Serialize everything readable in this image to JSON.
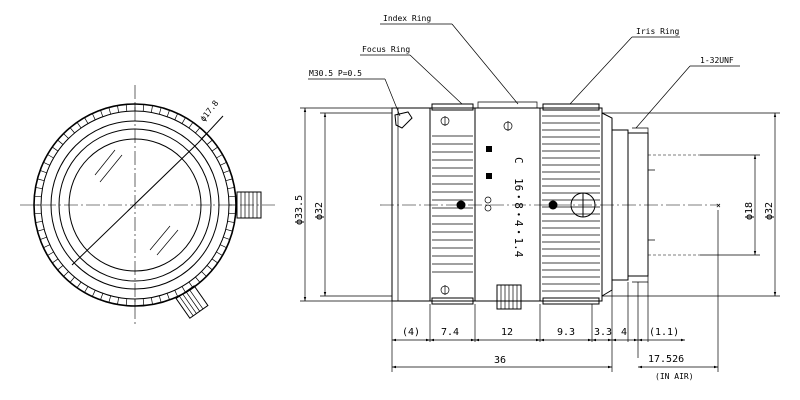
{
  "callouts": {
    "index_ring": "Index Ring",
    "iris_ring": "Iris Ring",
    "focus_ring": "Focus Ring",
    "filter_thread": "M30.5 P=0.5",
    "mount_thread": "1-32UNF"
  },
  "front_view": {
    "diameter": "ϕ17.8"
  },
  "side_view": {
    "diameters": {
      "outer": "ϕ33.5",
      "body": "ϕ32",
      "mount_pilot": "ϕ18",
      "mount_body": "ϕ32"
    },
    "markings": {
      "mount_type": "C",
      "f_numbers": "16・8・4・1.4",
      "infinity": "∞"
    },
    "dimensions": {
      "segments": [
        "(4)",
        "7.4",
        "12",
        "9.3",
        "3.3",
        "4",
        "(1.1)"
      ],
      "total": "36",
      "flange_back": "17.526",
      "flange_note": "(IN AIR)"
    }
  }
}
